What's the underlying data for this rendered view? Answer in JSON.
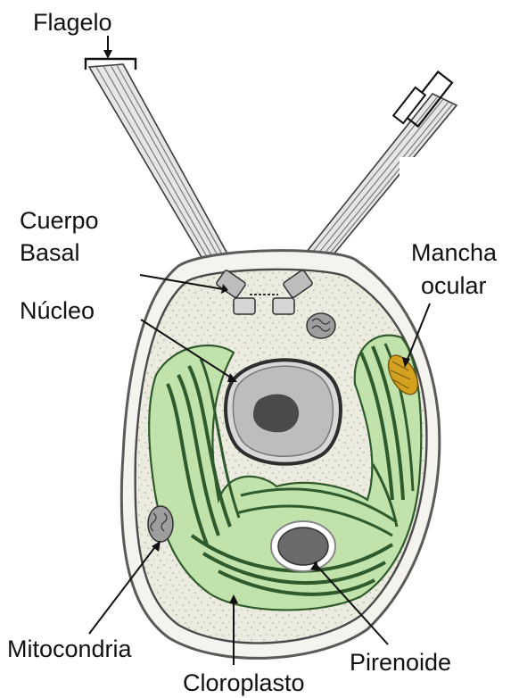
{
  "labels": {
    "flagelo": "Flagelo",
    "cuerpo_basal_line1": "Cuerpo",
    "cuerpo_basal_line2": "Basal",
    "mancha_ocular_line1": "Mancha",
    "mancha_ocular_line2": "ocular",
    "nucleo": "Núcleo",
    "mitocondria": "Mitocondria",
    "cloroplasto": "Cloroplasto",
    "pirenoide": "Pirenoide"
  },
  "colors": {
    "cytoplasm": "#ecebdf",
    "chloroplast_fill": "#bfe0a8",
    "thylakoid": "#2e5a2c",
    "nucleus": "#bdbdbd",
    "nucleolus": "#4a4a4a",
    "eyespot": "#d4a21f",
    "outline": "#3a3a3a",
    "pyrenoid": "#6b6b6b"
  }
}
